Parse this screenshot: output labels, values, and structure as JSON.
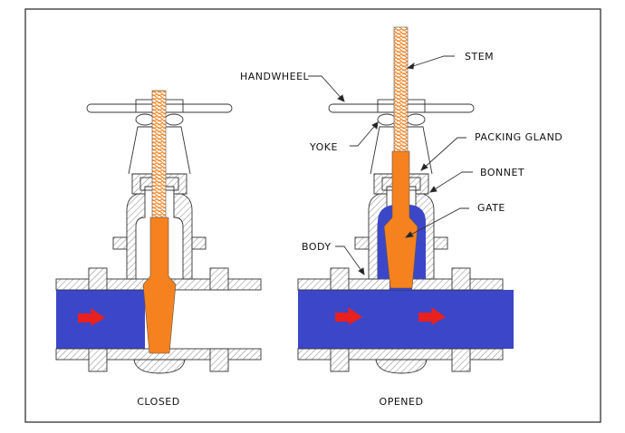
{
  "labels": {
    "stem": "STEM",
    "handwheel": "HANDWHEEL",
    "yoke": "YOKE",
    "packing_gland": "PACKING GLAND",
    "bonnet": "BONNET",
    "gate": "GATE",
    "body": "BODY"
  },
  "captions": {
    "closed": "CLOSED",
    "opened": "OPENED"
  },
  "colors": {
    "fluid": "#3b47c8",
    "gate": "#f5821f",
    "flow_arrow": "#e8201e",
    "hatch": "#555555"
  }
}
